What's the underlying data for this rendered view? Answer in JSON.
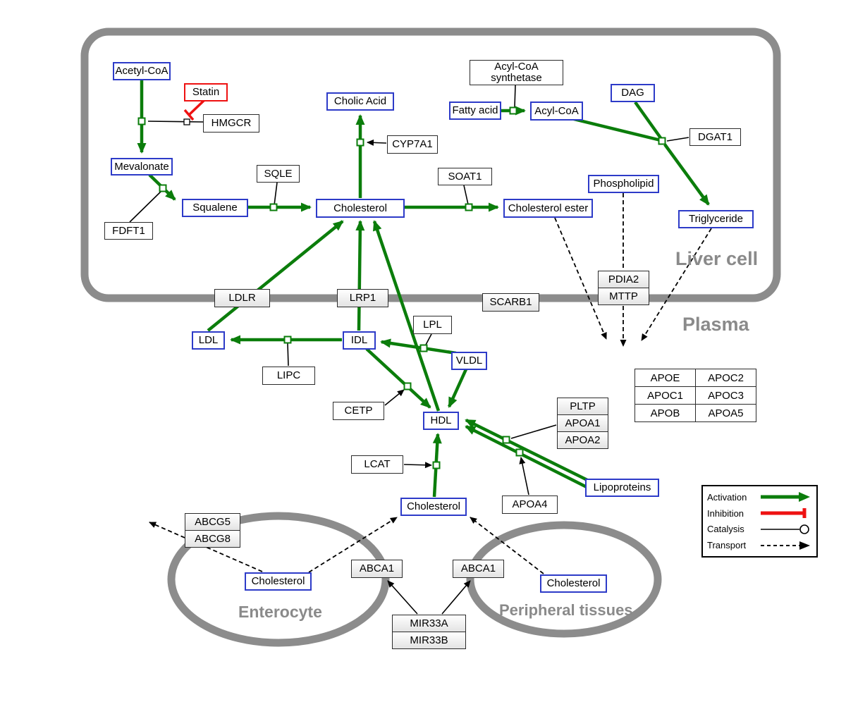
{
  "regions": {
    "liver_cell": "Liver cell",
    "plasma": "Plasma",
    "enterocyte": "Enterocyte",
    "peripheral_tissues": "Peripheral tissues"
  },
  "metabolites": {
    "acetyl_coa": "Acetyl-CoA",
    "mevalonate": "Mevalonate",
    "squalene": "Squalene",
    "cholesterol": "Cholesterol",
    "cholic_acid": "Cholic Acid",
    "cholesterol_ester": "Cholesterol ester",
    "fatty_acid": "Fatty acid",
    "acyl_coa": "Acyl-CoA",
    "dag": "DAG",
    "phospholipid": "Phospholipid",
    "triglyceride": "Triglyceride",
    "ldl": "LDL",
    "idl": "IDL",
    "vldl": "VLDL",
    "hdl": "HDL",
    "lipoproteins": "Lipoproteins"
  },
  "proteins": {
    "hmgcr": "HMGCR",
    "fdft1": "FDFT1",
    "sqle": "SQLE",
    "cyp7a1": "CYP7A1",
    "soat1": "SOAT1",
    "acyl_coa_synthetase": "Acyl-CoA synthetase",
    "dgat1": "DGAT1",
    "ldlr": "LDLR",
    "lrp1": "LRP1",
    "scarb1": "SCARB1",
    "pdia2": "PDIA2",
    "mttp": "MTTP",
    "lipc": "LIPC",
    "lpl": "LPL",
    "cetp": "CETP",
    "pltp": "PLTP",
    "apoa1": "APOA1",
    "apoa2": "APOA2",
    "lcat": "LCAT",
    "apoa4": "APOA4",
    "apoe": "APOE",
    "apoc1": "APOC1",
    "apoc2": "APOC2",
    "apoc3": "APOC3",
    "apob": "APOB",
    "apoa5": "APOA5",
    "abcg5": "ABCG5",
    "abcg8": "ABCG8",
    "abca1": "ABCA1",
    "mir33a": "MIR33A",
    "mir33b": "MIR33B"
  },
  "drugs": {
    "statin": "Statin"
  },
  "legend": {
    "activation": "Activation",
    "inhibition": "Inhibition",
    "catalysis": "Catalysis",
    "transport": "Transport"
  },
  "colors": {
    "activation": "#0b7d0b",
    "inhibition": "#ee1111",
    "metabolite_border": "#2d3bc8",
    "membrane": "#8c8c8c"
  }
}
